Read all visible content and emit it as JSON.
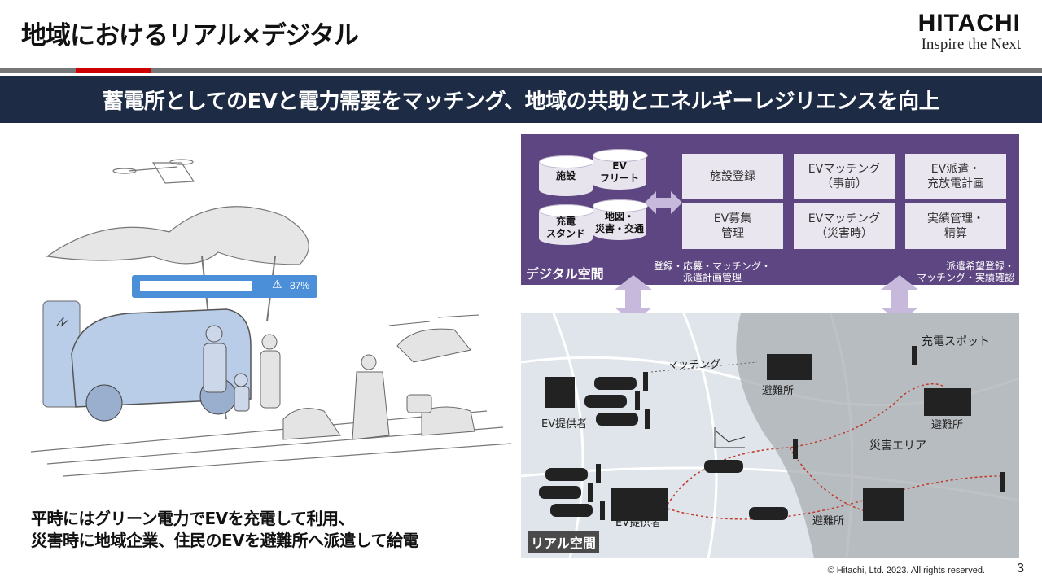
{
  "title": "地域におけるリアル×デジタル",
  "logo": {
    "main": "HITACHI",
    "sub": "Inspire the Next"
  },
  "banner": "蓄電所としてのEVと電力需要をマッチング、地域の共助とエネルギーレジリエンスを向上",
  "sketch": {
    "gauge_value": "87%"
  },
  "caption": [
    "平時にはグリーン電力でEVを充電して利用、",
    "災害時に地域企業、住民のEVを避難所へ派遣して給電"
  ],
  "digital": {
    "label": "デジタル空間",
    "databases": [
      "施設",
      "EV\nフリート",
      "充電\nスタンド",
      "地図・\n災害・交通"
    ],
    "functions": [
      "施設登録",
      "EVマッチング\n（事前）",
      "EV派遣・\n充放電計画",
      "EV募集\n管理",
      "EVマッチング\n（災害時）",
      "実績管理・\n精算"
    ],
    "note_left": "登録・応募・マッチング・\n派遣計画管理",
    "note_right": "派遣希望登録・\nマッチング・実績確認"
  },
  "real": {
    "label": "リアル空間",
    "ev_provider": "EV提供者",
    "matching": "マッチング",
    "shelter": "避難所",
    "charging_spot": "充電スポット",
    "disaster_area": "災害エリア"
  },
  "footer": {
    "copyright": "© Hitachi, Ltd. 2023. All rights reserved.",
    "page": "3"
  },
  "colors": {
    "banner": "#1d2b44",
    "digital": "#5d4681",
    "accent_red": "#cc0000",
    "gauge": "#4a8fd8"
  }
}
